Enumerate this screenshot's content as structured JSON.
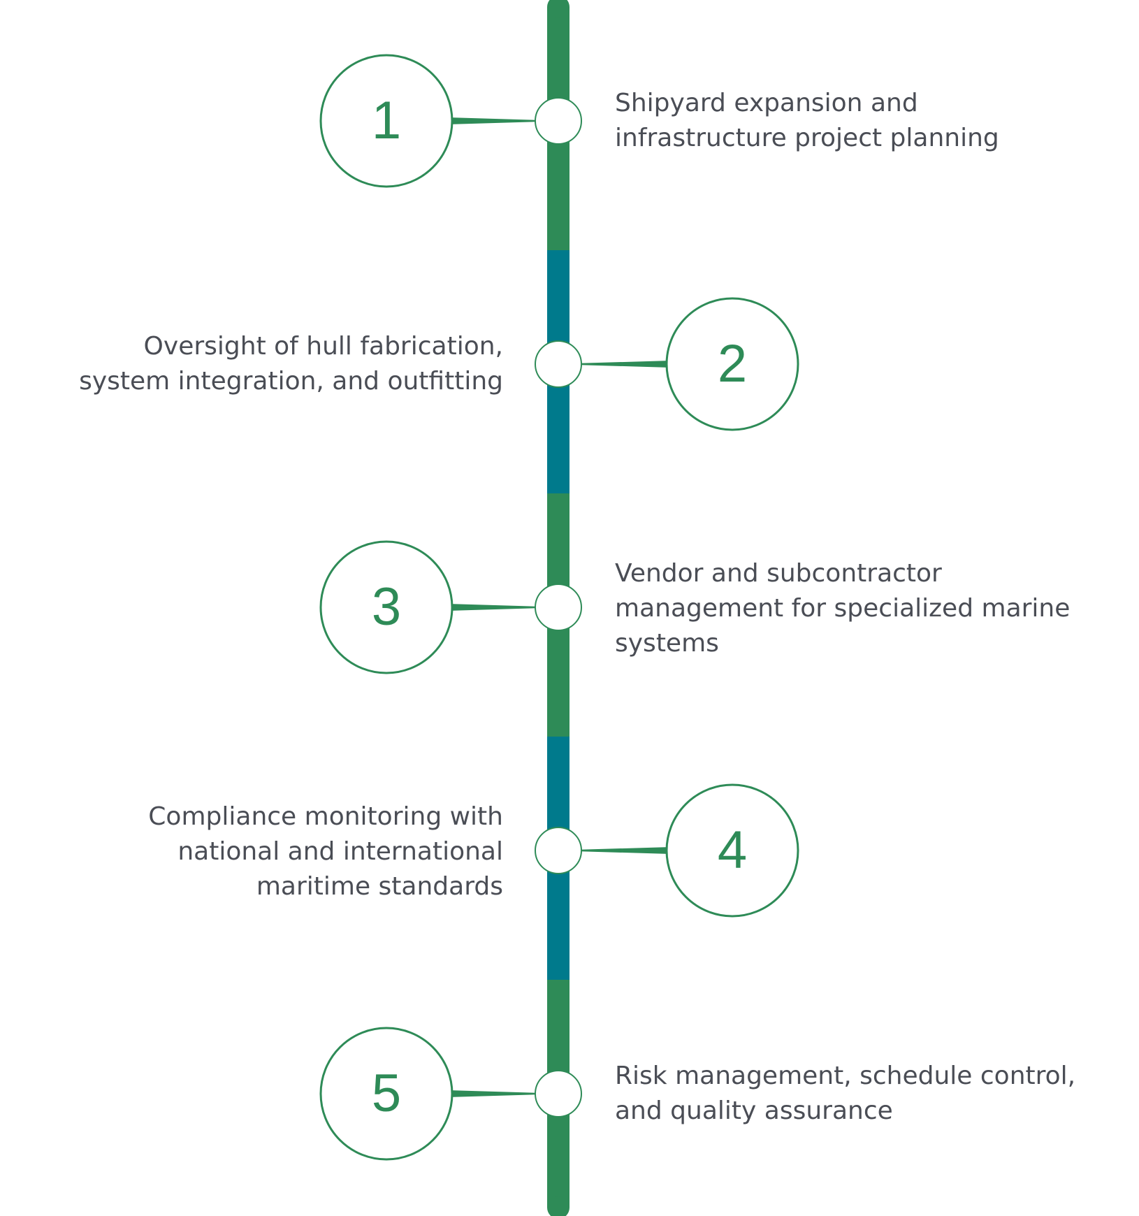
{
  "colors": {
    "green": "#2e8b57",
    "teal": "#007a8c",
    "text": "#4a4d55",
    "node_fill": "#ffffff"
  },
  "steps": [
    {
      "number": "1",
      "side": "right",
      "lines": [
        "Shipyard expansion and",
        "infrastructure project planning"
      ]
    },
    {
      "number": "2",
      "side": "left",
      "lines": [
        "Oversight of hull fabrication,",
        "system integration, and outfitting"
      ]
    },
    {
      "number": "3",
      "side": "right",
      "lines": [
        "Vendor and subcontractor",
        "management for specialized marine",
        "systems"
      ]
    },
    {
      "number": "4",
      "side": "left",
      "lines": [
        "Compliance monitoring with",
        "national and international",
        "maritime standards"
      ]
    },
    {
      "number": "5",
      "side": "right",
      "lines": [
        "Risk management, schedule control,",
        "and quality assurance"
      ]
    }
  ]
}
